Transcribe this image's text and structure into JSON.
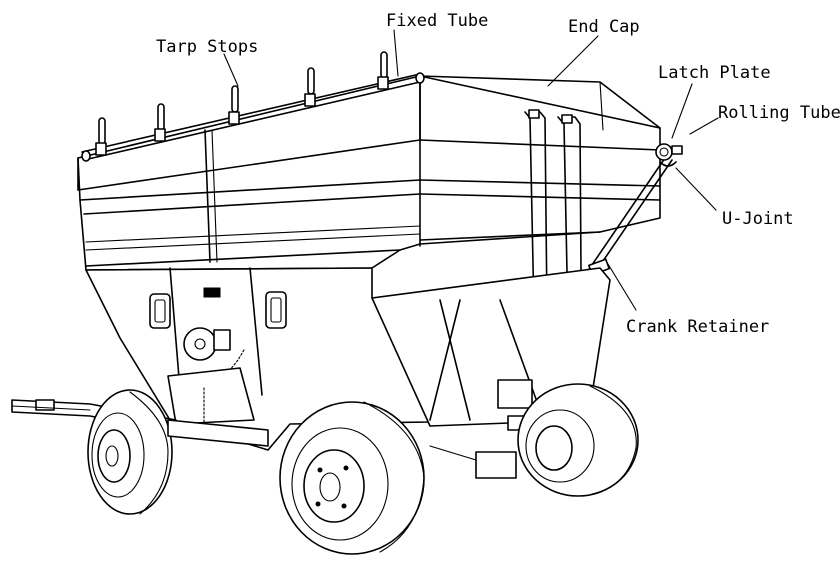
{
  "labels": {
    "tarp_stops": "Tarp Stops",
    "fixed_tube": "Fixed Tube",
    "end_cap": "End Cap",
    "latch_plate": "Latch Plate",
    "rolling_tube": "Rolling Tube",
    "u_joint": "U-Joint",
    "crank_retainer": "Crank Retainer"
  }
}
